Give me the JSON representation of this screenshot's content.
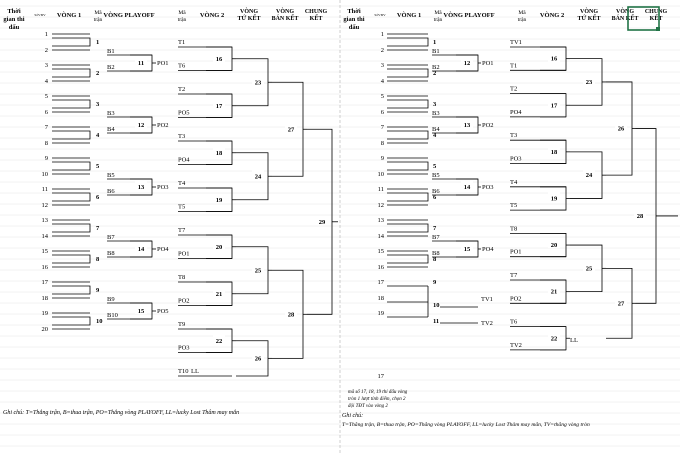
{
  "headers": {
    "time": [
      "Thời",
      "gian thi",
      "đấu"
    ],
    "vdv": "SốVĐV",
    "round1": "VÒNG 1",
    "match_code": [
      "Mã",
      "trận"
    ],
    "playoff": "VÒNG PLAYOFF",
    "round2": "VÒNG 2",
    "quarter": [
      "VÒNG",
      "TỨ KẾT"
    ],
    "semi": [
      "VÒNG",
      "BÁN KẾT"
    ],
    "final": [
      "CHUNG",
      "KẾT"
    ]
  },
  "left": {
    "slots": [
      "1",
      "2",
      "3",
      "4",
      "5",
      "6",
      "7",
      "8",
      "9",
      "10",
      "11",
      "12",
      "13",
      "14",
      "15",
      "16",
      "17",
      "18",
      "19",
      "20"
    ],
    "r1": [
      "1",
      "2",
      "3",
      "4",
      "5",
      "6",
      "7",
      "8",
      "9",
      "10"
    ],
    "b": [
      "B1",
      "B2",
      "B3",
      "B4",
      "B5",
      "B6",
      "B7",
      "B8",
      "B9",
      "B10"
    ],
    "po_match": [
      "11",
      "12",
      "13",
      "14",
      "15"
    ],
    "po": [
      "PO1",
      "PO2",
      "PO3",
      "PO4",
      "PO5"
    ],
    "r2_labels": [
      "T1",
      "T6",
      "T2",
      "PO5",
      "T3",
      "PO4",
      "T4",
      "T5",
      "T7",
      "PO1",
      "T8",
      "PO2",
      "T9",
      "PO3",
      "T10"
    ],
    "ll": "LL",
    "r2_match": [
      "16",
      "17",
      "18",
      "19",
      "20",
      "21",
      "22"
    ],
    "qf_match": [
      "23",
      "24",
      "25",
      "26"
    ],
    "sf_match": [
      "27",
      "28"
    ],
    "final_match": "29",
    "note": "Ghi chú:  T=Thắng trận, B=thua trận, PO=Thắng vòng PLAYOFF, LL=lucky Lost Thâm may mắn"
  },
  "right": {
    "slots": [
      "1",
      "2",
      "3",
      "4",
      "5",
      "6",
      "7",
      "8",
      "9",
      "10",
      "11",
      "12",
      "13",
      "14",
      "15",
      "16",
      "17",
      "18",
      "19",
      "17"
    ],
    "r1": [
      "1",
      "2",
      "3",
      "4",
      "5",
      "6",
      "7",
      "8",
      "9",
      "10",
      "11"
    ],
    "b": [
      "B1",
      "B2",
      "B3",
      "B4",
      "B5",
      "B6",
      "B7",
      "B8"
    ],
    "po_match": [
      "12",
      "13",
      "14",
      "15"
    ],
    "po": [
      "PO1",
      "PO2",
      "PO3",
      "PO4"
    ],
    "tv": [
      "TV1",
      "TV2"
    ],
    "r2_labels": [
      "TV1",
      "T1",
      "T2",
      "PO4",
      "T3",
      "PO3",
      "T4",
      "T5",
      "T8",
      "PO1",
      "T7",
      "PO2",
      "T6",
      "TV2"
    ],
    "ll": "LL",
    "r2_match": [
      "16",
      "17",
      "18",
      "19",
      "20",
      "21",
      "22"
    ],
    "qf_match": [
      "23",
      "24",
      "25"
    ],
    "sf_match": [
      "26",
      "27"
    ],
    "final_match": "28",
    "footnote": [
      "mã số 17, 18, 19 thi đấu vòng",
      "tròn 1 lượt tính điểm, chọn 2",
      "đội TĐT vào vòng 2"
    ],
    "note_label": "Ghi chú:",
    "note": "T=Thắng trận, B=thua trận, PO=Thắng vòng PLAYOFF, LL=lucky Lost Thâm may mắn, TV=thắng vòng tròn"
  }
}
